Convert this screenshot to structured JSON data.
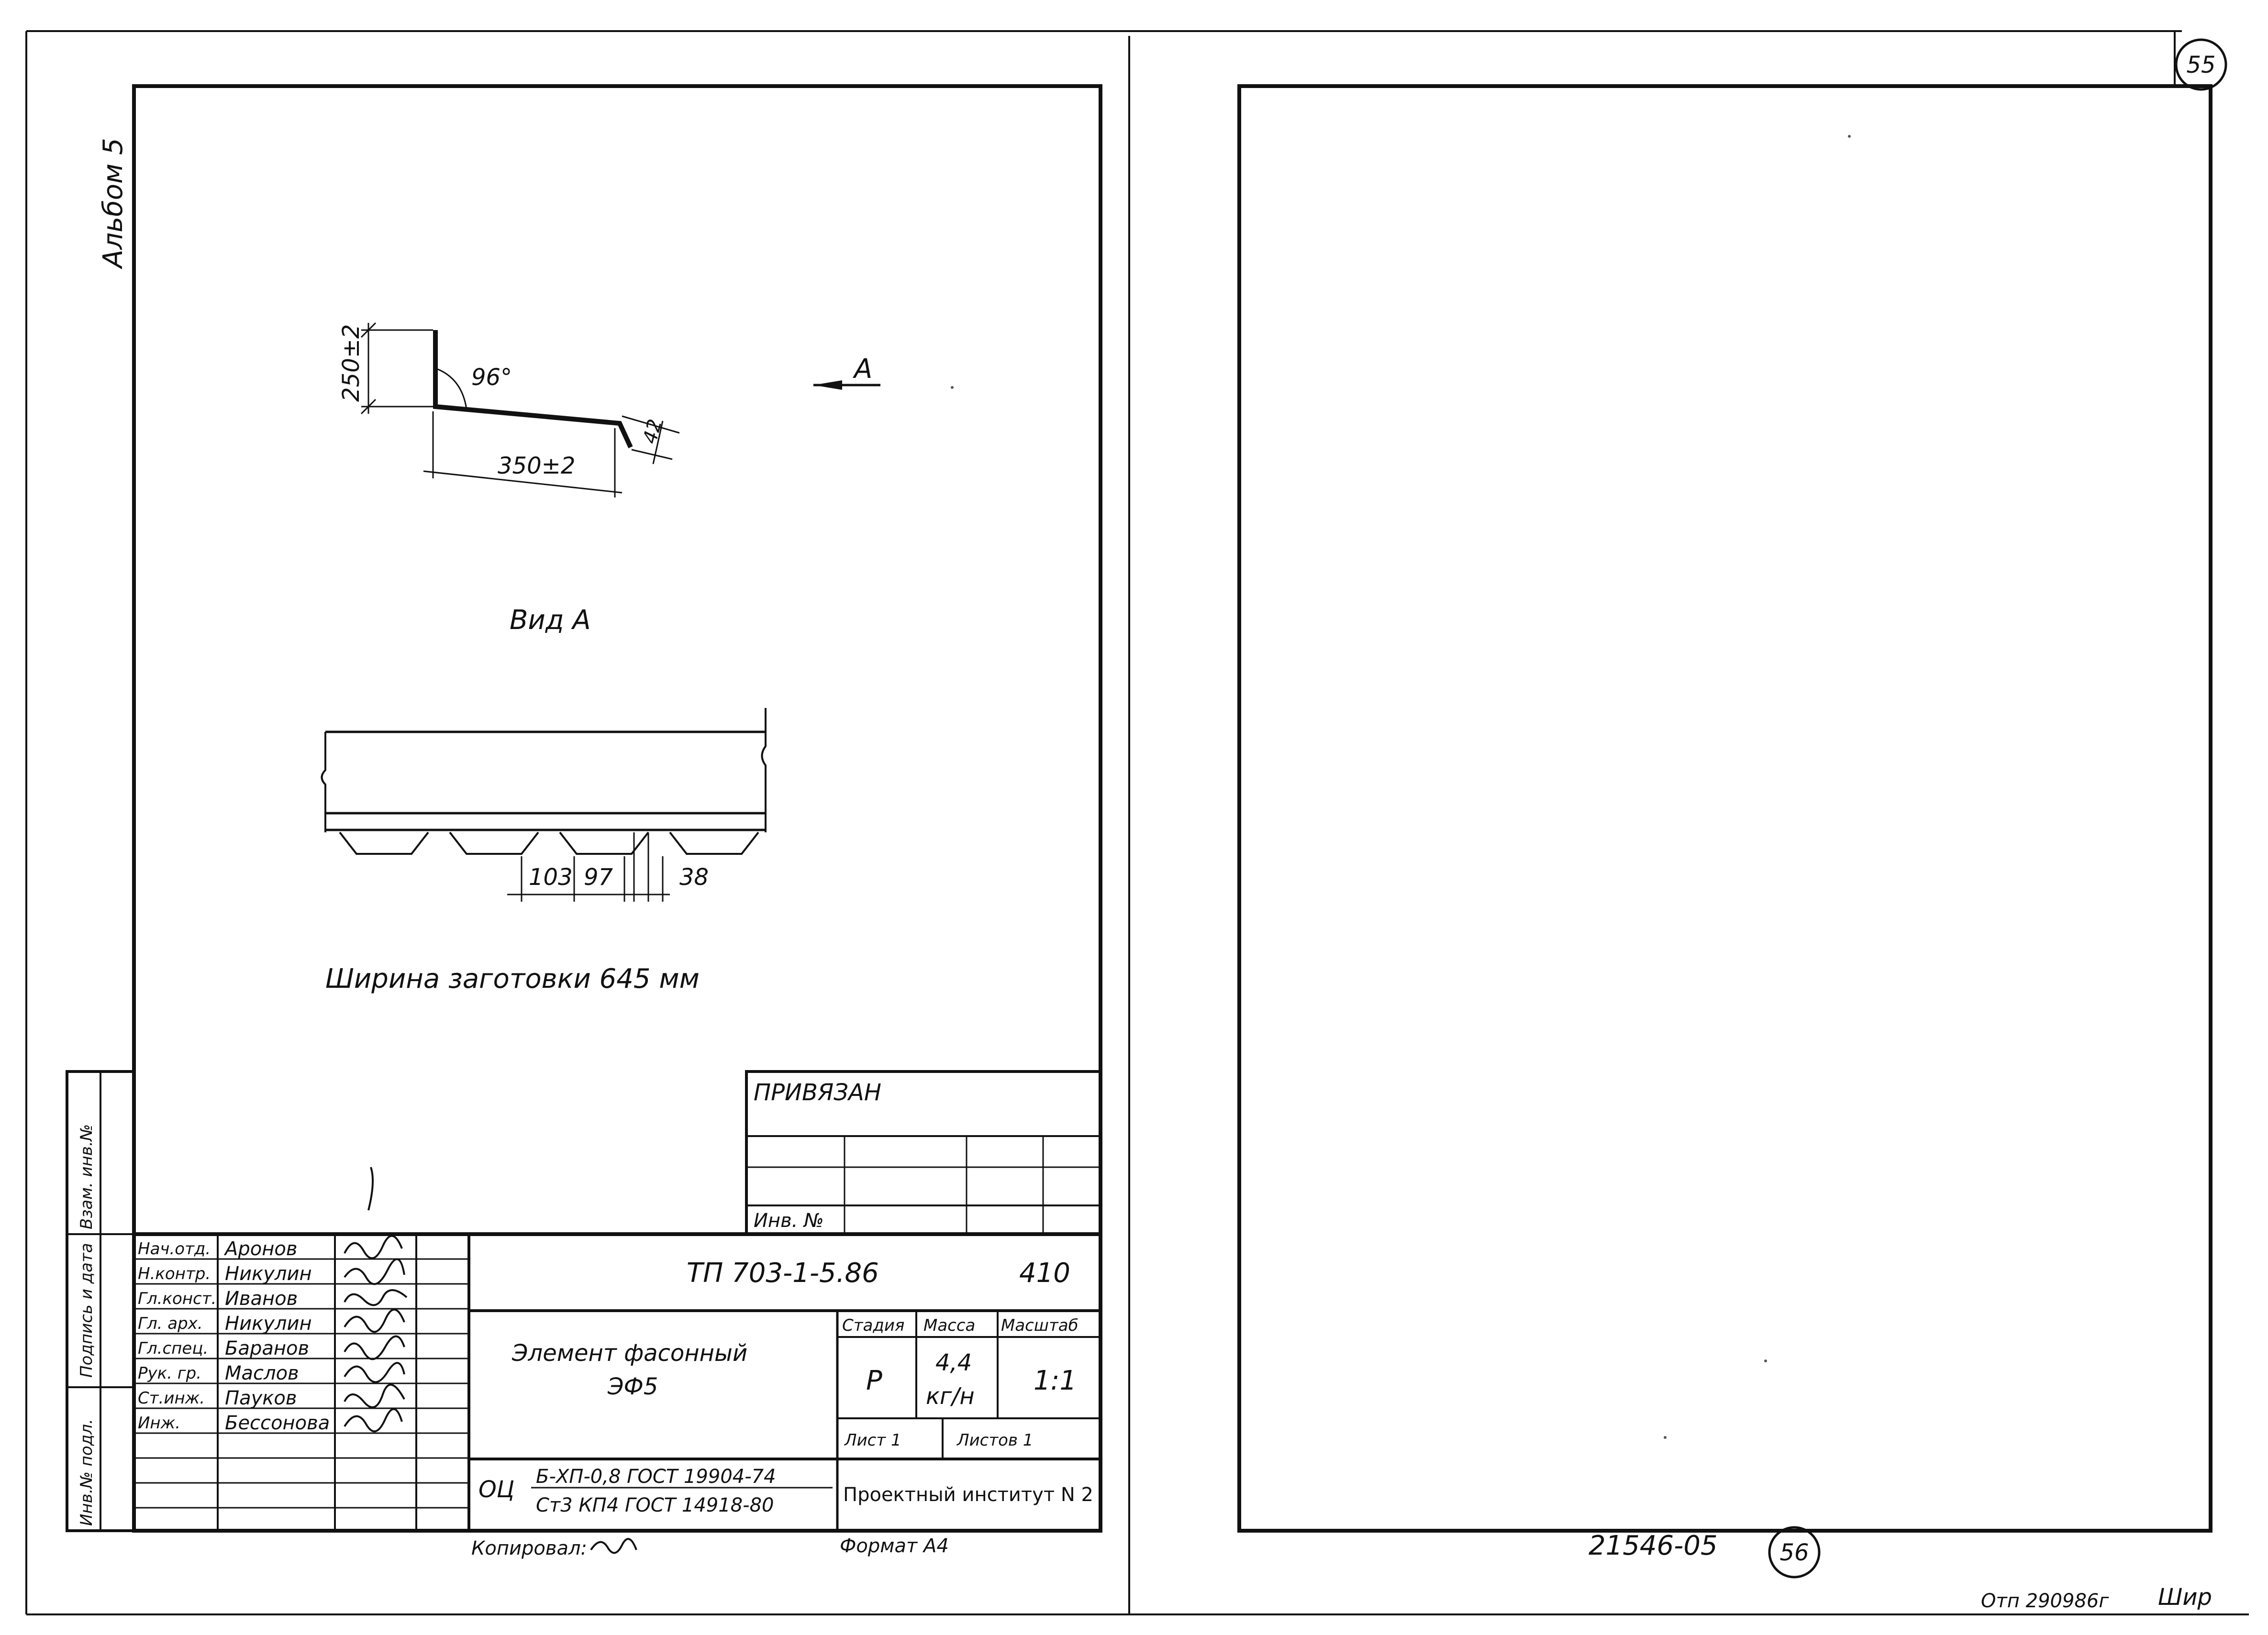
{
  "album_label": "Альбом 5",
  "sheet_number_right": "55",
  "sheet_number_bottom": "56",
  "archive_code": "21546-05",
  "bottom_note": "Отп 290986г",
  "bottom_signature": "Шир",
  "drawing": {
    "dim_height": "250±2",
    "angle": "96°",
    "dim_length": "350±2",
    "dim_lip": "42",
    "view_marker": "А",
    "view_title": "Вид А",
    "pitch_dims": [
      "103",
      "97",
      "38"
    ],
    "blank_width": "Ширина заготовки 645 мм"
  },
  "side_stamp": {
    "inv_podl": "Инв.№ подл.",
    "podpis_data": "Подпись и дата",
    "vzam_inv": "Взам. инв.№"
  },
  "privyazan": {
    "title": "ПРИВЯЗАН",
    "inv_no": "Инв. №"
  },
  "title_block": {
    "people": [
      {
        "role": "Нач.отд.",
        "name": "Аронов"
      },
      {
        "role": "Н.контр.",
        "name": "Никулин"
      },
      {
        "role": "Гл.конст.",
        "name": "Иванов"
      },
      {
        "role": "Гл. арх.",
        "name": "Никулин"
      },
      {
        "role": "Гл.спец.",
        "name": "Баранов"
      },
      {
        "role": "Рук. гр.",
        "name": "Маслов"
      },
      {
        "role": "Ст.инж.",
        "name": "Пауков"
      },
      {
        "role": "Инж.",
        "name": "Бессонова"
      }
    ],
    "doc_code": "ТП 703-1-5.86",
    "doc_sheet": "410",
    "element_name_1": "Элемент фасонный",
    "element_name_2": "ЭФ5",
    "stage_label": "Стадия",
    "mass_label": "Масса",
    "scale_label": "Масштаб",
    "stage_value": "Р",
    "mass_value_1": "4,4",
    "mass_value_2": "кг/н",
    "scale_value": "1:1",
    "sheet_label": "Лист 1",
    "sheets_label": "Листов 1",
    "material_prefix": "ОЦ",
    "material_line_1": "Б-ХП-0,8 ГОСТ 19904-74",
    "material_line_2": "Ст3 КП4 ГОСТ 14918-80",
    "organization": "Проектный институт N 2",
    "copied_by": "Копировал:",
    "format": "Формат А4"
  }
}
